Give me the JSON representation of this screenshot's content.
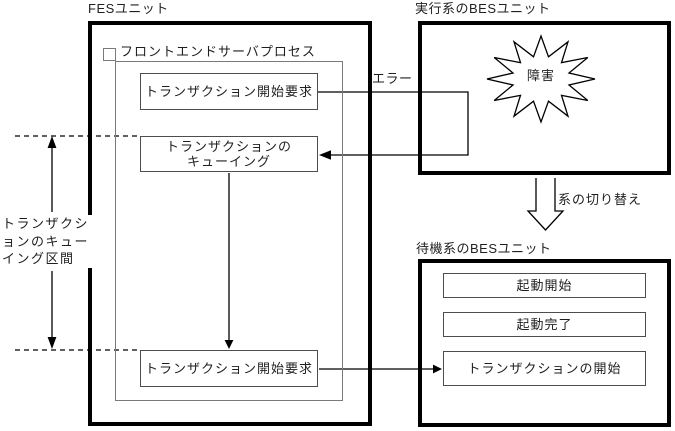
{
  "fes": {
    "title": "FESユニット",
    "process_label": "フロントエンドサーバプロセス",
    "top_request": "トランザクション開始要求",
    "queuing": {
      "line1": "トランザクションの",
      "line2": "キューイング"
    },
    "bottom_request": "トランザクション開始要求"
  },
  "active_bes": {
    "title": "実行系のBESユニット",
    "failure": "障害"
  },
  "standby_bes": {
    "title": "待機系のBESユニット",
    "startup_begin": "起動開始",
    "startup_complete": "起動完了",
    "transaction_start": "トランザクションの開始"
  },
  "annotations": {
    "error": "エラー",
    "switchover": "系の切り替え",
    "interval": {
      "line1": "トランザクシ",
      "line2": "ョンのキュー",
      "line3": "イング区間"
    }
  },
  "colors": {
    "background": "#ffffff",
    "unit_border": "#000000",
    "process_border": "#7a7a7a",
    "box_border": "#4d4d4d",
    "line": "#000000",
    "text": "#1f1f1f"
  }
}
